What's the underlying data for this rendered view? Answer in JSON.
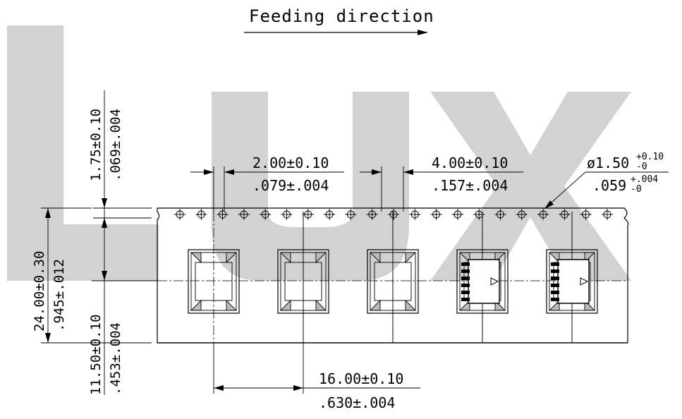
{
  "title": "Feeding direction",
  "watermark": "LUX",
  "colors": {
    "line": "#000000",
    "watermark": "#d2d2d2",
    "background": "#ffffff"
  },
  "dimensions": {
    "top_margin": {
      "metric": "1.75±0.10",
      "imperial": ".069±.004"
    },
    "pitch_p0": {
      "metric": "2.00±0.10",
      "imperial": ".079±.004"
    },
    "pitch_p1": {
      "metric": "4.00±0.10",
      "imperial": ".157±.004"
    },
    "hole": {
      "metric_prefix": "ø1.50",
      "metric_plus": "+0.10",
      "metric_minus": "-0",
      "imperial_prefix": ".059",
      "imperial_plus": "+.004",
      "imperial_minus": "-0"
    },
    "tape_width": {
      "metric": "24.00±0.30",
      "imperial": ".945±.012"
    },
    "center_offset": {
      "metric": "11.50±0.10",
      "imperial": ".453±.004"
    },
    "pocket_pitch": {
      "metric": "16.00±0.10",
      "imperial": ".630±.004"
    }
  },
  "pockets": [
    {
      "state": "empty"
    },
    {
      "state": "empty"
    },
    {
      "state": "empty"
    },
    {
      "state": "loaded"
    },
    {
      "state": "loaded"
    }
  ]
}
